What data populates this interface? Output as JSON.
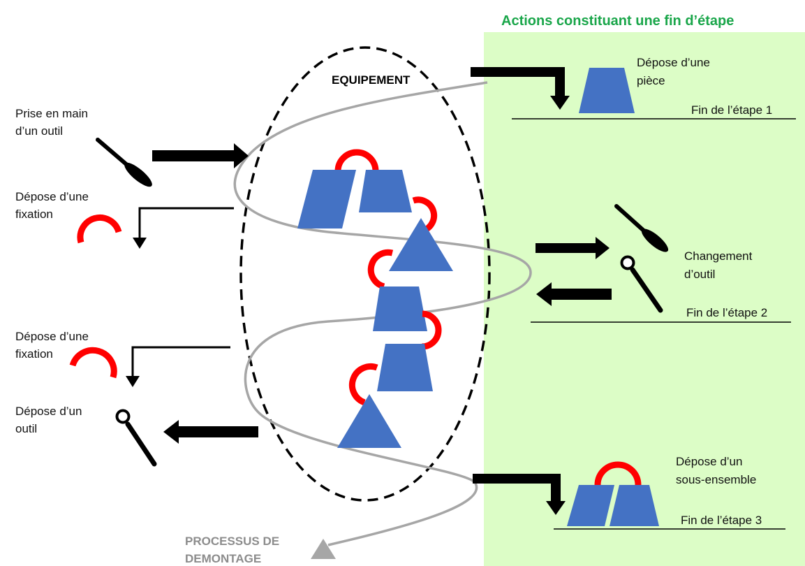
{
  "zone": {
    "title": "Actions constituant une fin d’étape",
    "fill_color": "#dcfdc6",
    "title_color": "#1aa64a"
  },
  "equipment": {
    "label": "EQUIPEMENT"
  },
  "process": {
    "line1": "PROCESSUS DE",
    "line2": "DEMONTAGE",
    "color": "#a6a6a6"
  },
  "left_actions": {
    "take_tool": [
      "Prise en main",
      "d’un outil"
    ],
    "fixation_1": [
      "Dépose d’une",
      "fixation"
    ],
    "fixation_2": [
      "Dépose d’une",
      "fixation"
    ],
    "drop_tool": [
      "Dépose d’un",
      "outil"
    ]
  },
  "right_actions": {
    "drop_part": [
      "Dépose d’une",
      "pièce"
    ],
    "tool_change": [
      "Changement",
      "d’outil"
    ],
    "drop_subassembly": [
      "Dépose d’un",
      "sous-ensemble"
    ]
  },
  "steps": {
    "step1": "Fin de l’étape 1",
    "step2": "Fin de l’étape 2",
    "step3": "Fin de l’étape 3"
  },
  "colors": {
    "part": "#4472c4",
    "fixation": "#ff0000",
    "arrow": "#000000"
  },
  "icons": [
    "screwdriver-icon",
    "wrench-icon",
    "fixation-clip-icon",
    "part-icon"
  ]
}
